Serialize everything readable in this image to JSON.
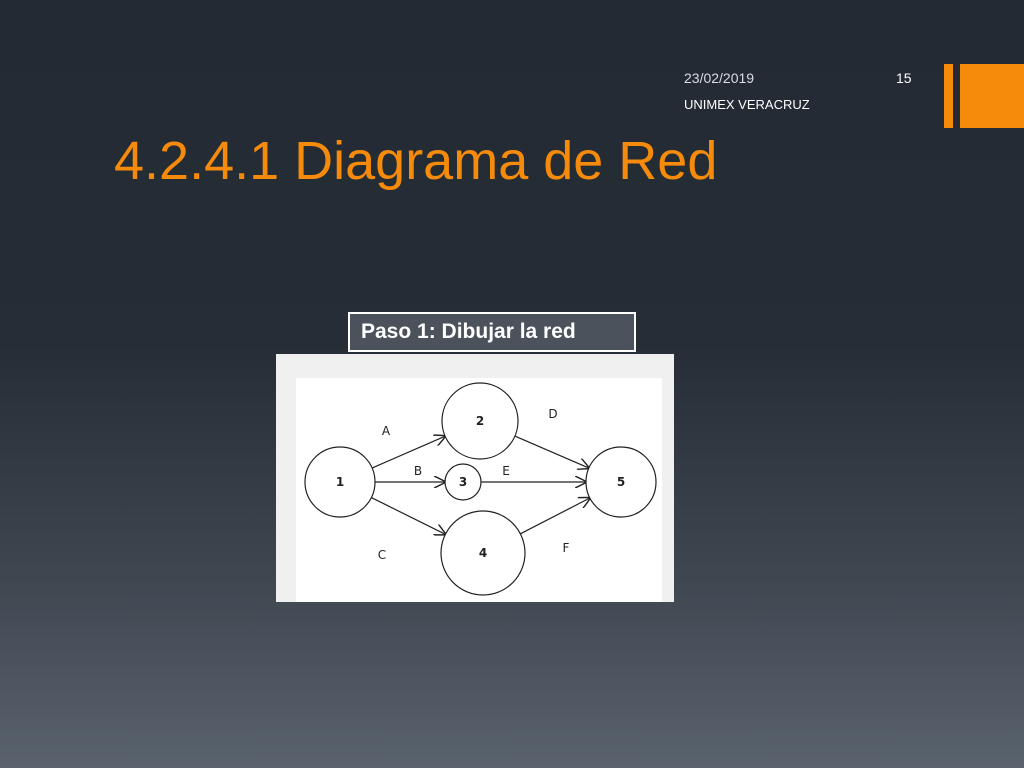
{
  "slide": {
    "date": "23/02/2019",
    "page_number": "15",
    "organization": "UNIMEX VERACRUZ",
    "title": "4.2.4.1 Diagrama de Red",
    "step_label": "Paso 1: Dibujar la red",
    "accent_color": "#f58a0b"
  },
  "diagram": {
    "nodes": [
      {
        "id": "1",
        "label": "1"
      },
      {
        "id": "2",
        "label": "2"
      },
      {
        "id": "3",
        "label": "3"
      },
      {
        "id": "4",
        "label": "4"
      },
      {
        "id": "5",
        "label": "5"
      }
    ],
    "edges": [
      {
        "from": "1",
        "to": "2",
        "label": "A"
      },
      {
        "from": "1",
        "to": "3",
        "label": "B"
      },
      {
        "from": "1",
        "to": "4",
        "label": "C"
      },
      {
        "from": "2",
        "to": "5",
        "label": "D"
      },
      {
        "from": "3",
        "to": "5",
        "label": "E"
      },
      {
        "from": "4",
        "to": "5",
        "label": "F"
      }
    ]
  }
}
